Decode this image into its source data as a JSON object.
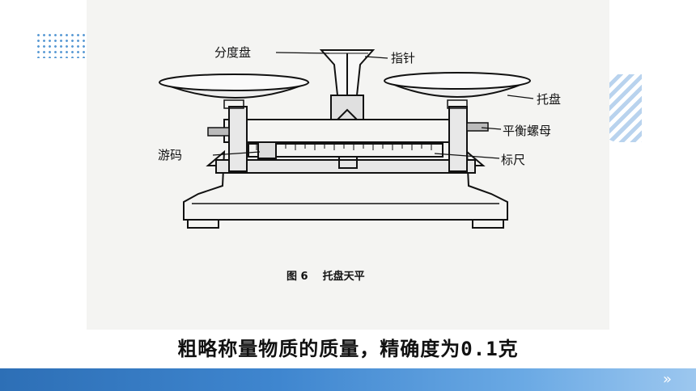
{
  "figure": {
    "labels": {
      "dial": "分度盘",
      "pointer": "指针",
      "pan": "托盘",
      "balance_nut": "平衡螺母",
      "rider": "游码",
      "scale": "标尺"
    },
    "caption": "图 6    托盘天平"
  },
  "subtitle": "粗略称量物质的质量，精确度为0.1克",
  "footer": {
    "nav_icon": "»"
  }
}
